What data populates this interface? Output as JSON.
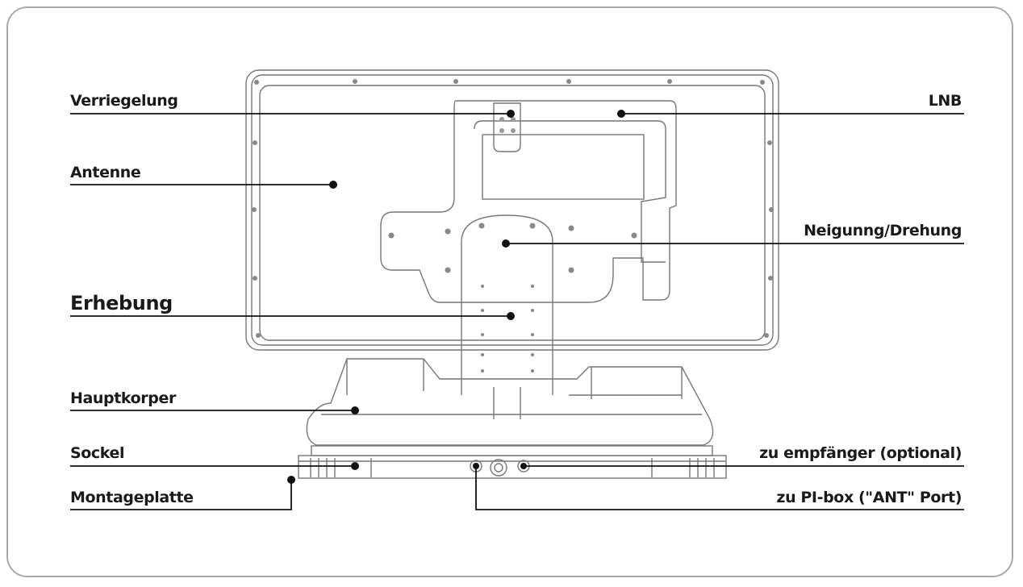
{
  "labels": {
    "left": {
      "verriegelung": "Verriegelung",
      "antenne": "Antenne",
      "erhebung": "Erhebung",
      "hauptkorper": "Hauptkorper",
      "sockel": "Sockel",
      "montageplatte": "Montageplatte"
    },
    "right": {
      "lnb": "LNB",
      "neigung": "Neigunng/Drehung",
      "empfaenger": "zu empfänger (optional)",
      "pibox": "zu PI-box (\"ANT\" Port)"
    }
  },
  "colors": {
    "line": "#111111",
    "outline": "#777777",
    "frame": "#a9a9a9"
  }
}
